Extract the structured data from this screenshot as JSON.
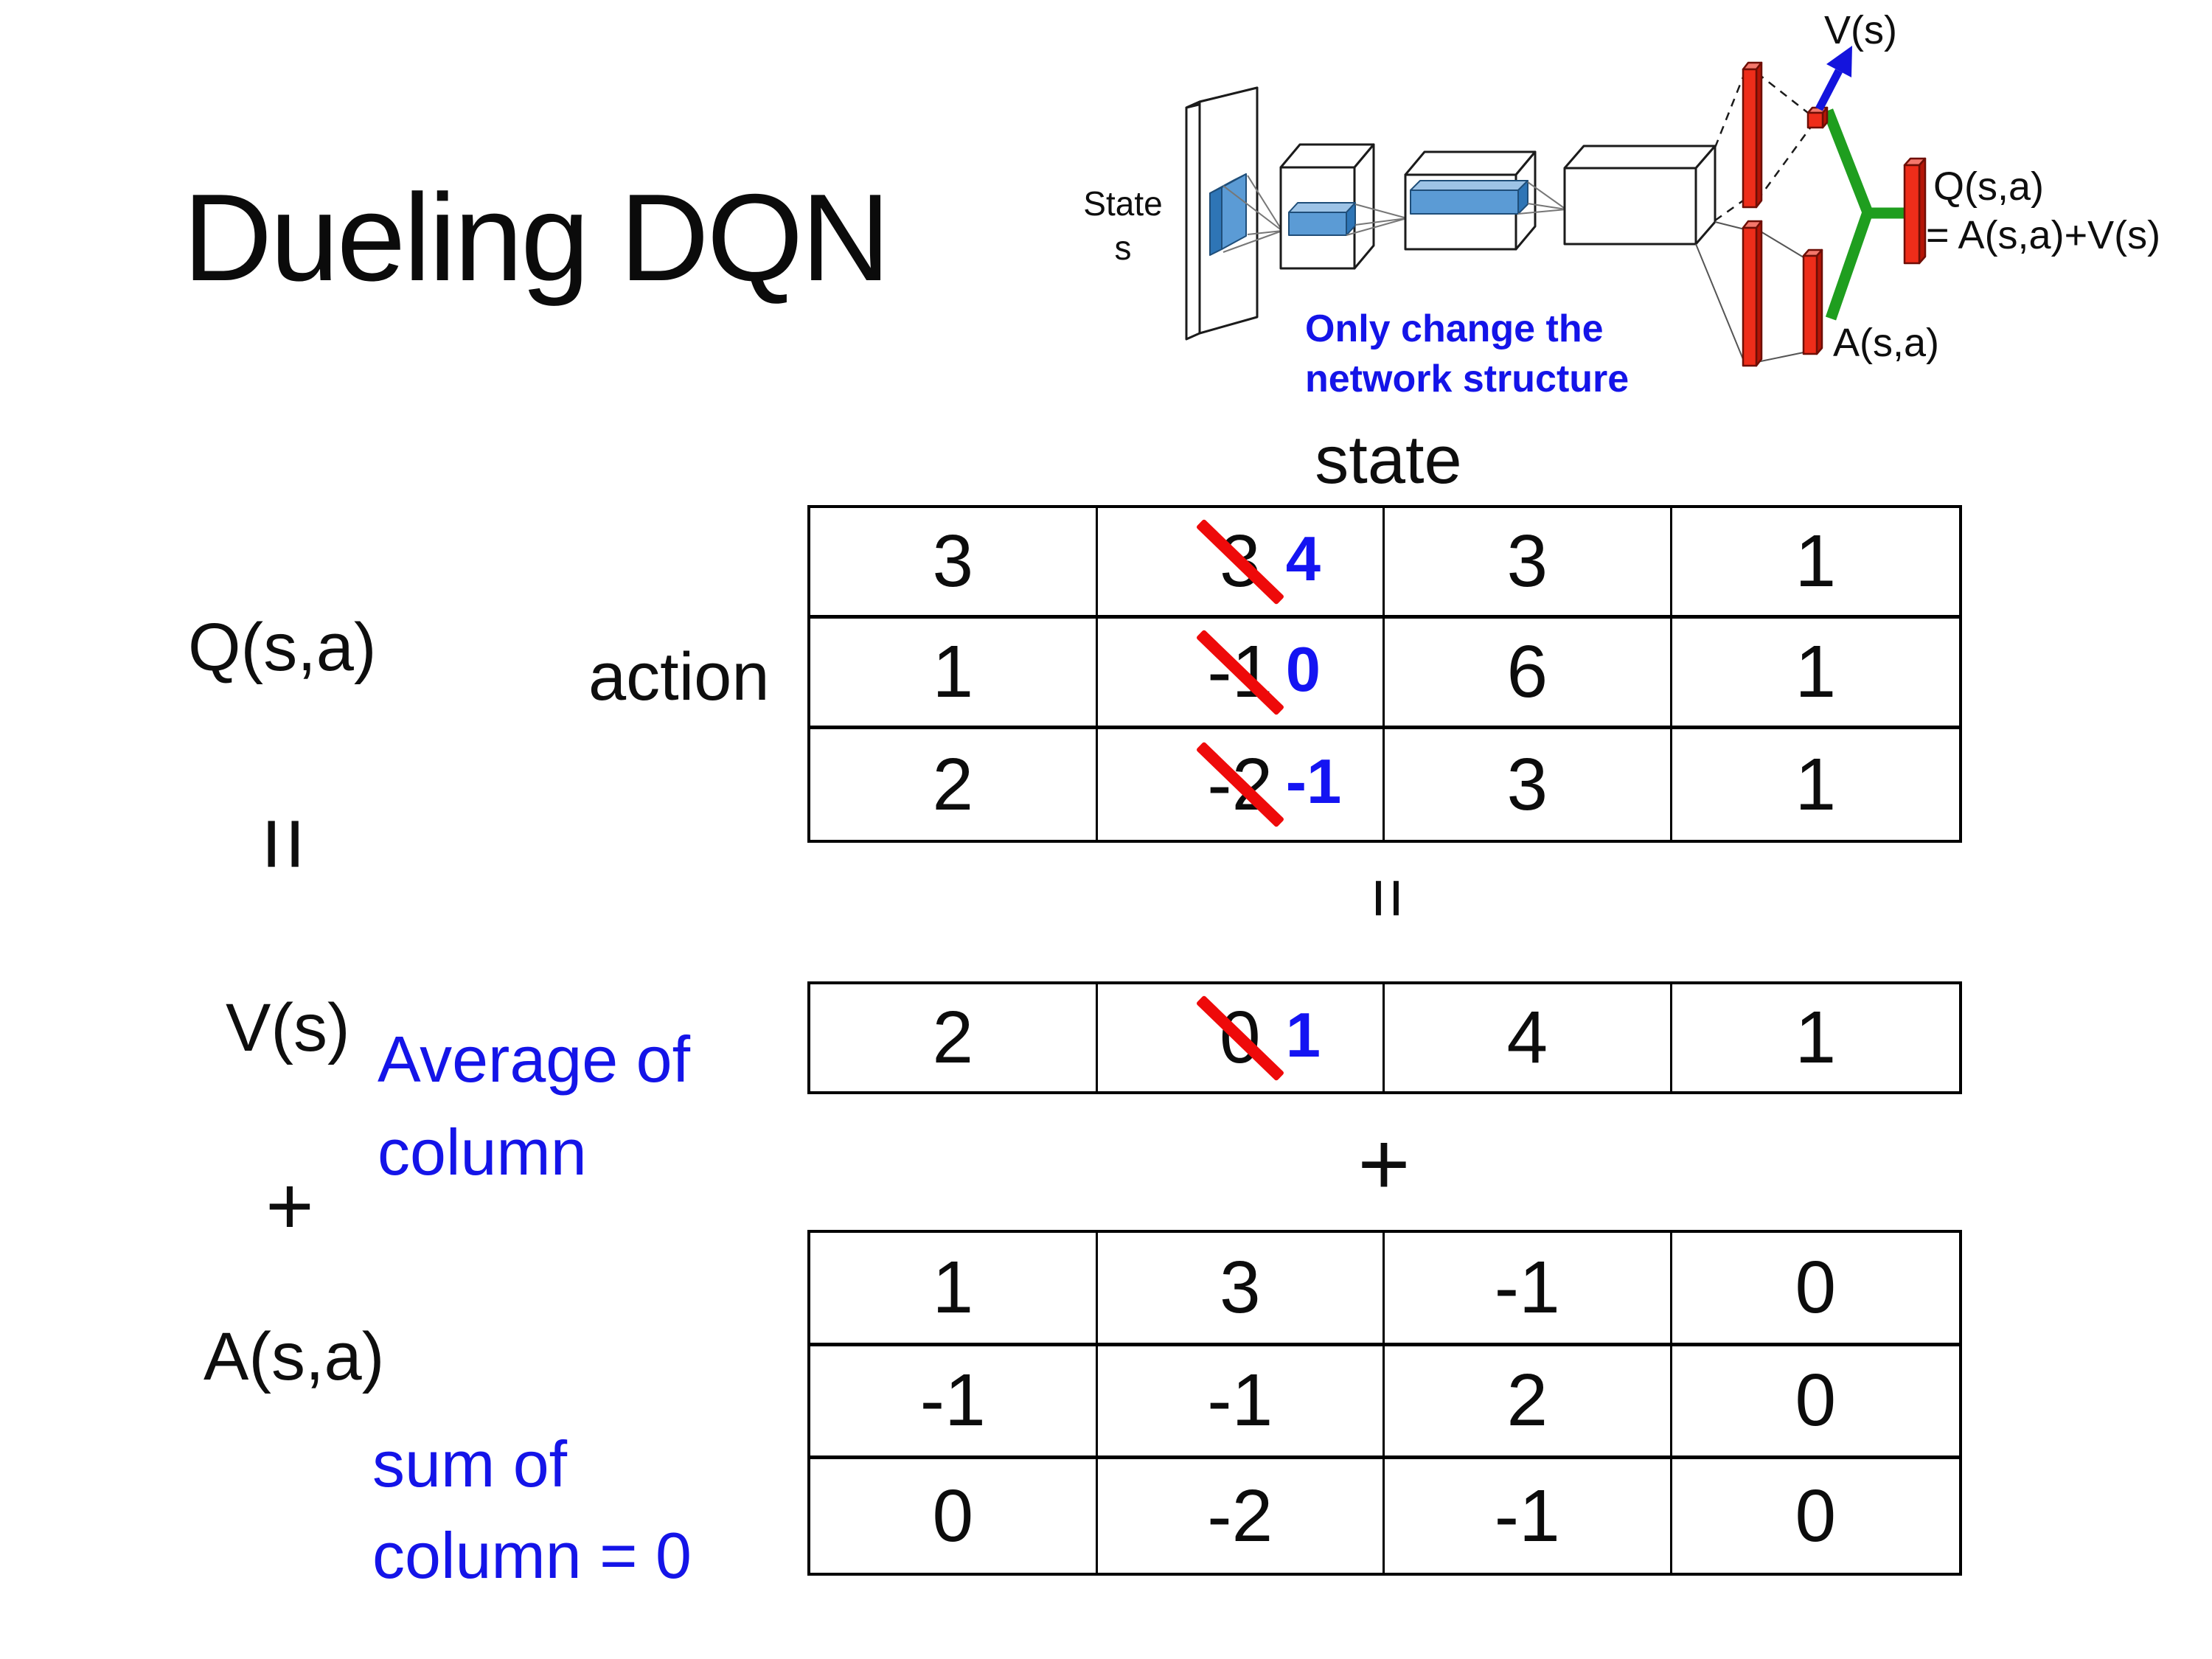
{
  "title": "Dueling DQN",
  "colors": {
    "annotation_blue": "#1414e8",
    "replacement_blue": "#1414f2",
    "strike_red": "#ee0a0a",
    "bar_red": "#ee2d1a",
    "connector_green": "#1f9e1f",
    "feature_box_blue": "#5b9bd5",
    "arrow_blue": "#1414dd"
  },
  "diagram": {
    "state_line1": "State",
    "state_line2": "s",
    "v_label": "V(s)",
    "q_label": "Q(s,a)",
    "q_formula": "= A(s,a)+V(s)",
    "a_label": "A(s,a)",
    "note_line1": "Only change the",
    "note_line2": "network structure"
  },
  "decomposition": {
    "q_label": "Q(s,a)",
    "equals_left": "=",
    "v_label": "V(s)",
    "plus_left": "+",
    "a_label": "A(s,a)",
    "state_header": "state",
    "action_label": "action",
    "equals_mid": "=",
    "plus_mid": "+",
    "avg_note_line1": "Average of",
    "avg_note_line2": "column",
    "sum_note_line1": "sum of",
    "sum_note_line2": "column = 0"
  },
  "tables": {
    "q": {
      "rows": [
        [
          "3",
          {
            "old": "3",
            "new": "4"
          },
          "3",
          "1"
        ],
        [
          "1",
          {
            "old": "-1",
            "new": "0"
          },
          "6",
          "1"
        ],
        [
          "2",
          {
            "old": "-2",
            "new": "-1"
          },
          "3",
          "1"
        ]
      ]
    },
    "v": {
      "rows": [
        [
          "2",
          {
            "old": "0",
            "new": "1"
          },
          "4",
          "1"
        ]
      ]
    },
    "a": {
      "rows": [
        [
          "1",
          "3",
          "-1",
          "0"
        ],
        [
          "-1",
          "-1",
          "2",
          "0"
        ],
        [
          "0",
          "-2",
          "-1",
          "0"
        ]
      ]
    }
  }
}
